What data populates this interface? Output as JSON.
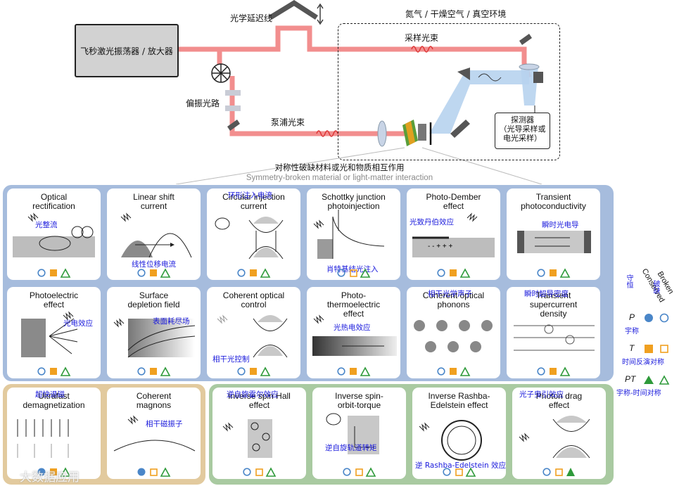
{
  "setup": {
    "laser_label": "飞秒激光振荡器 / 放大器",
    "delay_label": "光学延迟线",
    "env_label": "氮气 / 干燥空气 / 真空环境",
    "sampling_label": "采样光束",
    "polarization_label": "偏振光路",
    "pump_label": "泵浦光束",
    "detector_lines": [
      "探测器",
      "（光导采样或",
      "电光采样）"
    ],
    "material_title_cn": "对称性破缺材料或光和物质相互作用",
    "material_title_en": "Symmetry-broken material or light-matter interaction"
  },
  "cards": [
    {
      "title": "Optical\nrectification",
      "cn": "光整流",
      "sym": [
        "o",
        "f",
        "t"
      ]
    },
    {
      "title": "Linear shift\ncurrent",
      "cn": "线性位移电流",
      "sym": [
        "o",
        "f",
        "t"
      ]
    },
    {
      "title": "Circular injection\ncurrent",
      "cn": "环形注入电流",
      "sym": [
        "o",
        "f",
        "t"
      ]
    },
    {
      "title": "Schottky junction\nphotoinjection",
      "cn": "肖特基结光注入",
      "sym": [
        "o",
        "o",
        "t"
      ]
    },
    {
      "title": "Photo-Dember\neffect",
      "cn": "光致丹伯效应",
      "sym": [
        "o",
        "f",
        "t"
      ]
    },
    {
      "title": "Transient\nphotoconductivity",
      "cn": "瞬时光电导",
      "sym": [
        "o",
        "f",
        "t"
      ]
    },
    {
      "title": "Photoelectric\neffect",
      "cn": "光电效应",
      "sym": [
        "o",
        "f",
        "t"
      ]
    },
    {
      "title": "Surface\ndepletion field",
      "cn": "表面耗尽场",
      "sym": [
        "o",
        "f",
        "t"
      ]
    },
    {
      "title": "Coherent optical\ncontrol",
      "cn": "相干光控制",
      "sym": [
        "o",
        "f",
        "t"
      ]
    },
    {
      "title": "Photo-\nthermoelectric\neffect",
      "cn": "光热电效应",
      "sym": [
        "o",
        "f",
        "t"
      ]
    },
    {
      "title": "Coherent optical\nphonons",
      "cn": "相干光学声子",
      "sym": [
        "o",
        "f",
        "t"
      ]
    },
    {
      "title": "Transient\nsupercurrent\ndensity",
      "cn": "瞬时超导密度",
      "sym": [
        "o",
        "f",
        "t"
      ]
    },
    {
      "title": "Ultrafast\ndemagnetization",
      "cn": "超快退磁",
      "sym": [
        "f",
        "f",
        "t"
      ]
    },
    {
      "title": "Coherent\nmagnons",
      "cn": "相干磁振子",
      "sym": [
        "f",
        "o",
        "t"
      ]
    },
    {
      "title": "Inverse spin Hall\neffect",
      "cn": "逆自旋霍尔效应",
      "sym": [
        "o",
        "o",
        "t"
      ]
    },
    {
      "title": "Inverse spin-\norbit-torque",
      "cn": "逆自旋轨道转矩",
      "sym": [
        "o",
        "o",
        "t"
      ]
    },
    {
      "title": "Inverse Rashba-\nEdelstein effect",
      "cn": "逆 Rashba-Edelstein 效应",
      "sym": [
        "o",
        "o",
        "t"
      ]
    },
    {
      "title": "Photon drag\neffect",
      "cn": "光子曳引效应",
      "sym": [
        "o",
        "o",
        "ft"
      ]
    }
  ],
  "legend": {
    "conserved_cn": "守恒",
    "conserved_en": "Conserved",
    "broken_cn": "破缺",
    "broken_en": "Broken",
    "rows": [
      {
        "key": "P",
        "cn": "宇称"
      },
      {
        "key": "T",
        "cn": "时间反演对称"
      },
      {
        "key": "PT",
        "cn": "宇称-时间对称"
      }
    ]
  },
  "watermark": "大数据应用",
  "colors": {
    "beam": "#f08a8a",
    "probe": "#a8c8e8",
    "panel_blue": "#a6bcdd",
    "panel_tan": "#e2ca9e",
    "panel_green": "#a9caa1",
    "circle": "#3a7bc8",
    "square": "#f0a020",
    "triangle": "#2e9a3a",
    "cn_text": "#1a1adc"
  }
}
